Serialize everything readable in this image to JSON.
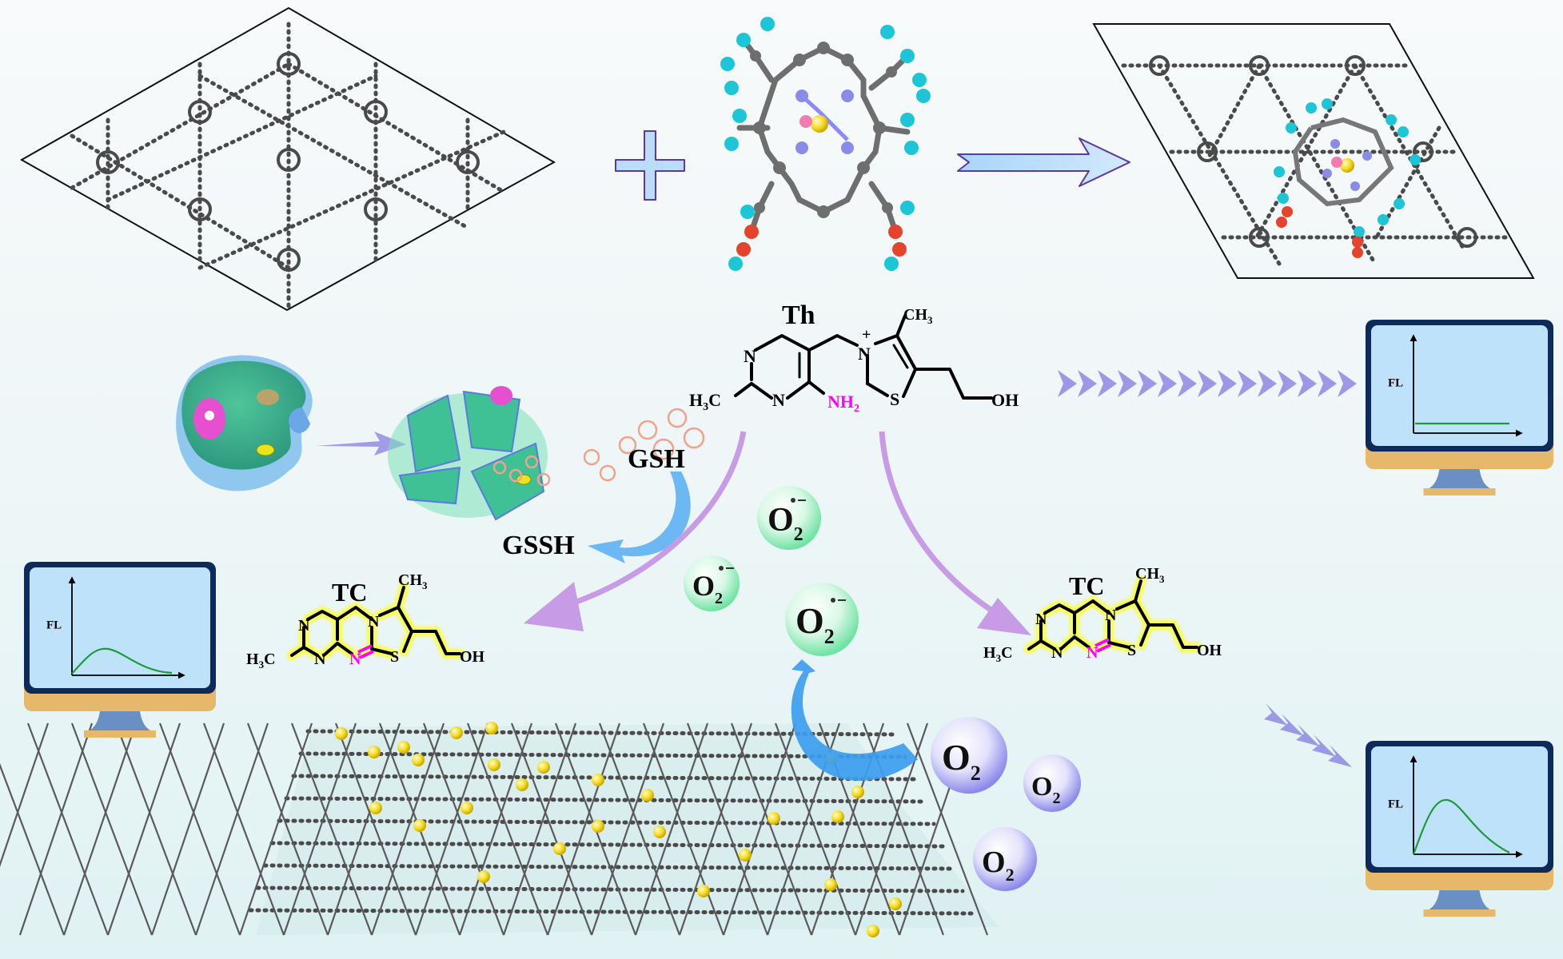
{
  "title": "Graphdiyne single-atom nanozyme superoxide-mediated thiamine fluorescence sensing scheme",
  "top_row": {
    "substrate": "graphdiyne-lattice",
    "additive": "metal-porphyrin-molecule",
    "product": "porphyrin-anchored-graphdiyne-lattice",
    "plus_symbol": "+",
    "reaction_arrow": "right-arrow"
  },
  "labels": {
    "thiamine": "Th",
    "gsh": "GSH",
    "gssh": "GSSH",
    "tc_left": "TC",
    "tc_right": "TC",
    "fl_axis": "FL"
  },
  "thiamine_structure": {
    "atoms": [
      "N",
      "N",
      "H3C",
      "NH2",
      "N+",
      "S",
      "CH3",
      "OH"
    ],
    "highlight_group": "NH2",
    "charge": "+"
  },
  "thiochrome_structure": {
    "atoms": [
      "N",
      "N",
      "H3C",
      "N",
      "N",
      "S",
      "CH3",
      "OH"
    ],
    "highlight_atom": "N",
    "glow_color": "#fbff3a"
  },
  "species": {
    "superoxide": [
      {
        "text": "O",
        "sub": "2",
        "sup": "•−"
      },
      {
        "text": "O",
        "sub": "2",
        "sup": "•−"
      },
      {
        "text": "O",
        "sub": "2",
        "sup": "•−"
      }
    ],
    "oxygen": [
      {
        "text": "O",
        "sub": "2"
      },
      {
        "text": "O",
        "sub": "2"
      },
      {
        "text": "O",
        "sub": "2"
      }
    ]
  },
  "monitors": [
    {
      "id": "top-right",
      "axis_label": "FL",
      "signal": "flat-low"
    },
    {
      "id": "left",
      "axis_label": "FL",
      "signal": "weak-peak"
    },
    {
      "id": "bottom-right",
      "axis_label": "FL",
      "signal": "strong-peak"
    }
  ],
  "chevrons": {
    "top_count": 15,
    "diagonal_count": 5
  },
  "colors": {
    "highlight_magenta": "#ff00ff",
    "glow_yellow": "#fbff3a",
    "purple_arrow": "#c89be6",
    "blue_arrow": "#3d9df0",
    "chevron": "#9b98e6",
    "monitor_frame": "#0d2a5a",
    "monitor_screen": "#bfe2fb",
    "monitor_base": "#e6b86a",
    "monitor_stand": "#6a8fc4",
    "curve": "#1f9a3a",
    "superoxide_bubble": "#8ef0b4",
    "oxygen_bubble": "#9e9cf0",
    "metal_atom": "#f2d81c"
  }
}
